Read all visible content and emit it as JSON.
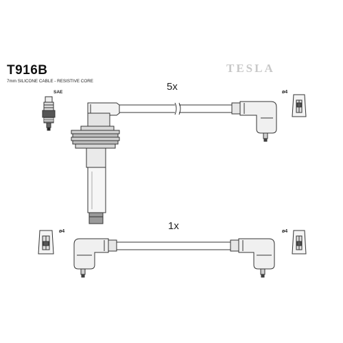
{
  "header": {
    "part_number": "T916B",
    "cable_spec": "7mm SILICONE CABLE - RESISTIVE CORE",
    "brand": "TESLA"
  },
  "leads": [
    {
      "quantity_label": "5x"
    },
    {
      "quantity_label": "1x"
    }
  ],
  "connectors": {
    "spark_plug_label": "SAE",
    "terminal_label_1": "ø4",
    "terminal_label_2": "ø4",
    "terminal_label_3": "ø4"
  }
}
